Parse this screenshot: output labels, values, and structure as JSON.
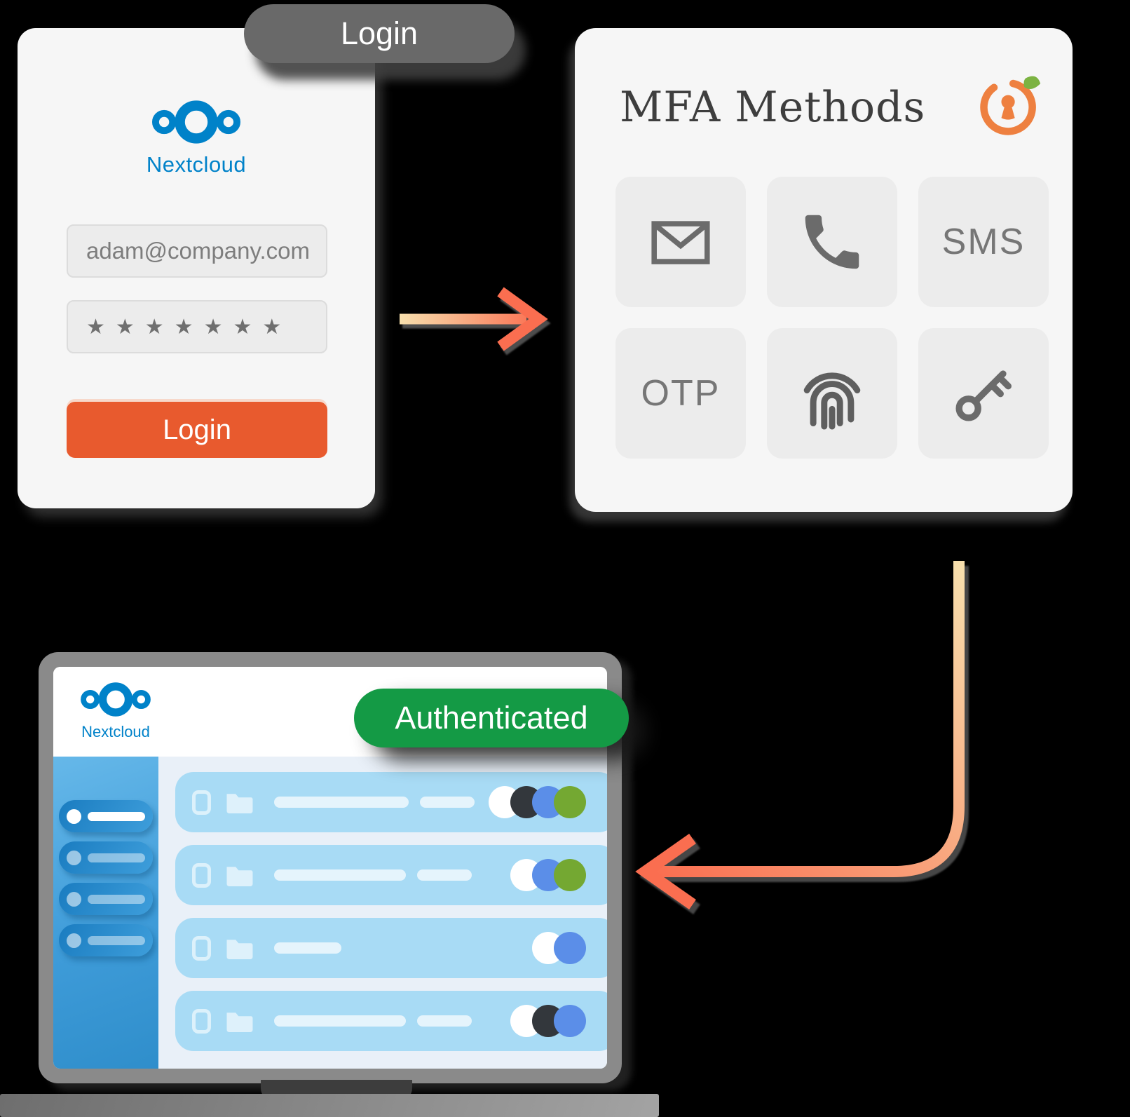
{
  "badges": {
    "login": "Login",
    "authenticated": "Authenticated"
  },
  "login_card": {
    "brand": "Nextcloud",
    "email": "adam@company.com",
    "password_mask": "★★★★★★★",
    "button": "Login"
  },
  "mfa_card": {
    "title": "MFA Methods",
    "logo": "miniorange-logo",
    "methods": [
      {
        "name": "email",
        "icon": "email-envelope-icon",
        "label": ""
      },
      {
        "name": "phone-call",
        "icon": "phone-call-icon",
        "label": ""
      },
      {
        "name": "sms",
        "icon": "",
        "label": "SMS"
      },
      {
        "name": "otp",
        "icon": "",
        "label": "OTP"
      },
      {
        "name": "fingerprint",
        "icon": "fingerprint-icon",
        "label": ""
      },
      {
        "name": "security-key",
        "icon": "key-icon",
        "label": ""
      }
    ]
  },
  "dashboard": {
    "brand": "Nextcloud",
    "sidebar_items": [
      {
        "state": "active"
      },
      {
        "state": "inactive"
      },
      {
        "state": "inactive"
      },
      {
        "state": "inactive"
      }
    ],
    "rows": [
      {
        "bars": [
          192,
          78
        ],
        "toggles": [
          "white",
          "dark",
          "blue",
          "green"
        ]
      },
      {
        "bars": [
          188,
          78
        ],
        "toggles": [
          "white",
          "blue",
          "green"
        ]
      },
      {
        "bars": [
          96
        ],
        "toggles": [
          "white",
          "blue"
        ]
      },
      {
        "bars": [
          188,
          78
        ],
        "toggles": [
          "white",
          "dark",
          "blue"
        ]
      }
    ]
  },
  "colors": {
    "nextcloud_blue": "#0082c9",
    "button_orange": "#e85a2e",
    "badge_gray": "#696969",
    "authenticated_green": "#149a45",
    "arrow_gradient_start": "#f7dfad",
    "arrow_gradient_end": "#fa6e50",
    "miniorange_orange": "#ee8040",
    "leaf_green": "#7cb342",
    "toggle": {
      "white": "#ffffff",
      "dark": "#33373c",
      "blue": "#5b8ee8",
      "green": "#74a832"
    }
  }
}
